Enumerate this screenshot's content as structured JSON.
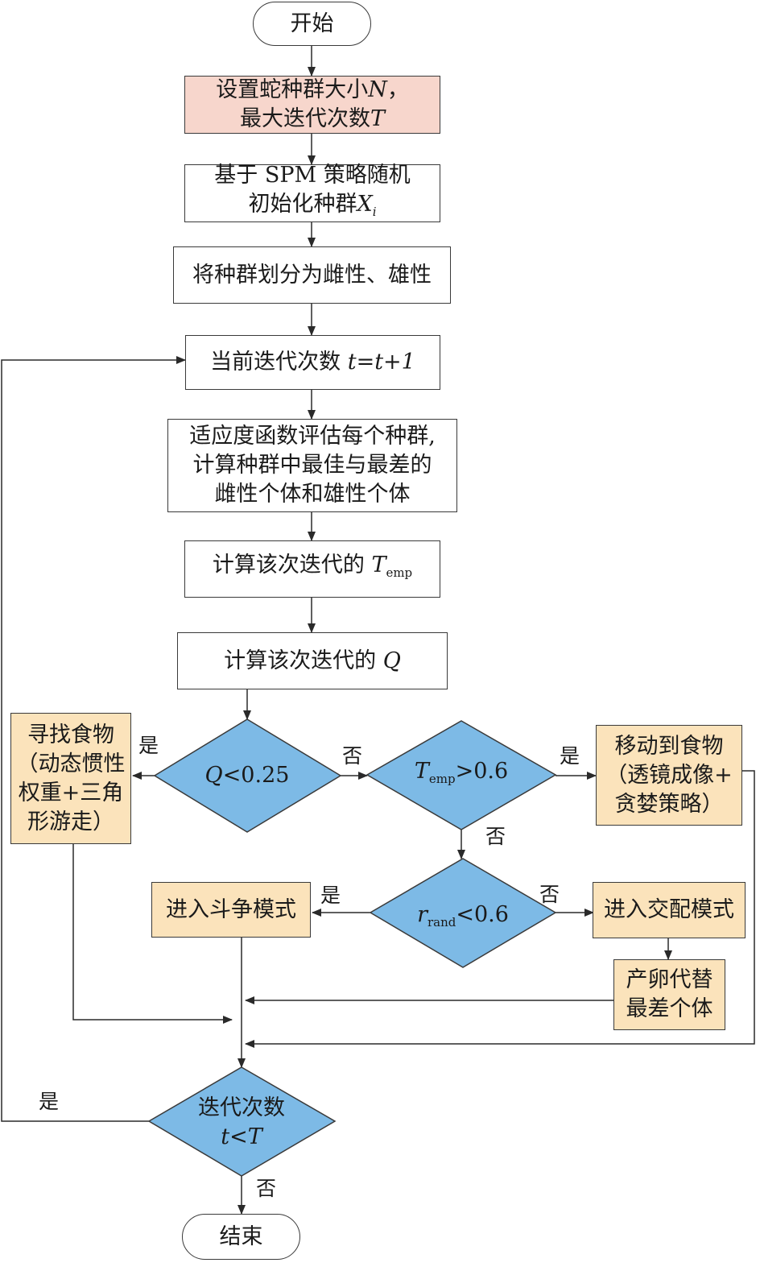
{
  "nodes": {
    "start": "开始",
    "setup_line1": "设置蛇种群大小",
    "setup_var1": "N",
    "setup_comma": "，",
    "setup_line2": "最大迭代次数",
    "setup_var2": "T",
    "init_line1": "基于 SPM 策略随机",
    "init_line2": "初始化种群",
    "init_var": "X",
    "init_sub": "i",
    "divide": "将种群划分为雌性、雄性",
    "iter_text": "当前迭代次数",
    "iter_formula": "t=t+1",
    "eval_line1": "适应度函数评估每个种群,",
    "eval_line2": "计算种群中最佳与最差的",
    "eval_line3": "雌性个体和雄性个体",
    "temp_text": "计算该次迭代的",
    "temp_var": "T",
    "temp_sub": "emp",
    "q_text": "计算该次迭代的",
    "q_var": "Q",
    "food_line1": "寻找食物",
    "food_line2": "（动态惯性",
    "food_line3": "权重+三角",
    "food_line4": "形游走）",
    "move_line1": "移动到食物",
    "move_line2": "（透镜成像+",
    "move_line3": "贪婪策略）",
    "fight": "进入斗争模式",
    "mate": "进入交配模式",
    "egg_line1": "产卵代替",
    "egg_line2": "最差个体",
    "end": "结束"
  },
  "decisions": {
    "q_cond_var": "Q",
    "q_cond": "<0.25",
    "t_cond_var": "T",
    "t_cond_sub": "emp",
    "t_cond": ">0.6",
    "r_cond_var": "r",
    "r_cond_sub": "rand",
    "r_cond": "<0.6",
    "iter_line1": "迭代次数",
    "iter_cond": "t<T"
  },
  "edge_labels": {
    "q_yes": "是",
    "q_no": "否",
    "t_yes": "是",
    "t_no": "否",
    "r_yes": "是",
    "r_no": "否",
    "iter_yes": "是",
    "iter_no": "否"
  },
  "colors": {
    "decision_fill": "#7dbae6",
    "setup_fill": "#f7d6cc",
    "action_fill": "#fbe3bb"
  }
}
